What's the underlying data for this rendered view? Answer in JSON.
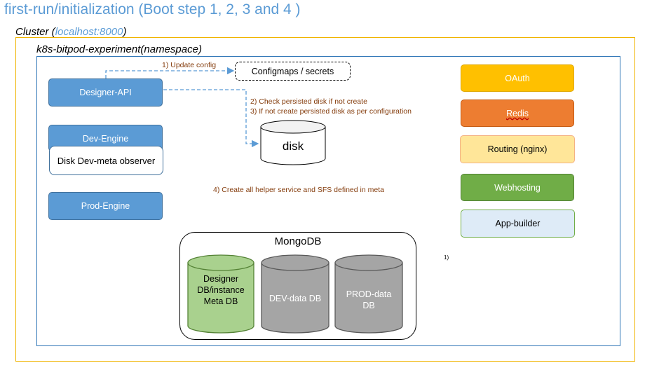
{
  "title": "first-run/initialization (Boot step 1, 2, 3 and 4 )",
  "cluster": {
    "label": "Cluster (",
    "host": "localhost:8000",
    "close": ")"
  },
  "namespace": {
    "label": "k8s-bitpod-experiment(namespace)"
  },
  "services": {
    "designer_api": "Designer-API",
    "dev_engine": "Dev-Engine",
    "disk_observer": "Disk Dev-meta observer",
    "prod_engine": "Prod-Engine"
  },
  "configmaps": "Configmaps / secrets",
  "disk": "disk",
  "steps": {
    "s1": "1) Update config",
    "s2": "2) Check persisted disk if not create",
    "s3": "3) If not create persisted disk as per configuration",
    "s4": "4) Create all helper service and SFS defined in meta"
  },
  "right_services": {
    "oauth": "OAuth",
    "redis": "Redis",
    "routing": "Routing (nginx)",
    "webhosting": "Webhosting",
    "app_builder": "App-builder"
  },
  "footnote": "1)",
  "mongodb": {
    "title": "MongoDB",
    "designer_db": [
      "Designer",
      "DB/instance",
      "Meta DB"
    ],
    "dev_db": "DEV-data DB",
    "prod_db": [
      "PROD-data",
      "DB"
    ]
  },
  "colors": {
    "title_blue": "#5b9bd5",
    "cluster_border": "#f0b400",
    "namespace_border": "#2e75b6",
    "service_blue": "#5b9bd5",
    "oauth": "#ffc000",
    "redis": "#ed7d31",
    "routing": "#ffe699",
    "webhosting": "#70ad47",
    "app_builder": "#deebf7",
    "designer_db_green": "#a9d18e",
    "data_db_gray": "#a5a5a5",
    "step_text": "#843c0c"
  }
}
